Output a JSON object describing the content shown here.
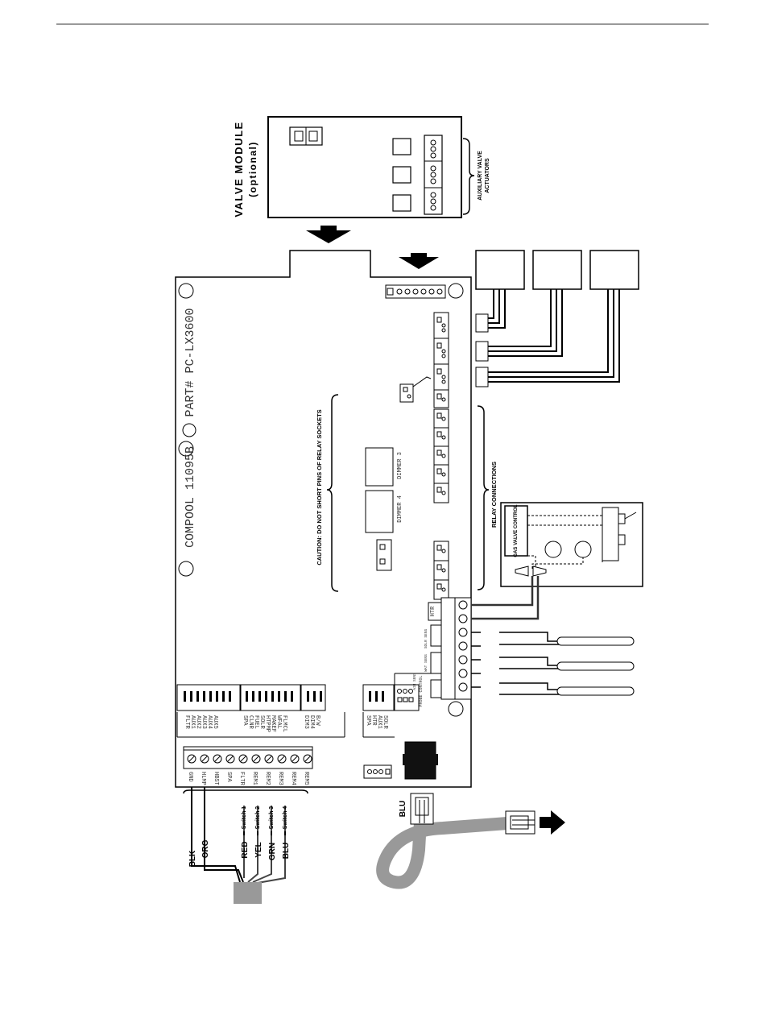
{
  "valve_module": {
    "title": "VALVE MODULE",
    "subtitle": "(optional)",
    "aux_label_1": "AUXILIARY VALVE",
    "aux_label_2": "ACTUATORS"
  },
  "board": {
    "name": "COMPOOL 11095B",
    "part": "PART# PC-LX3600",
    "caution": "CAUTION: DO NOT SHORT PINS OF RELAY SOCKETS",
    "dimmer3": "DIMMER 3",
    "dimmer4": "DIMMER 4",
    "htr": "HTR",
    "sensor_labels": [
      "SOLR SENS",
      "WAT SENS",
      "AIR SENS"
    ],
    "probe_label": "PROBE CONTROL",
    "header_groups": [
      [
        "FLTR",
        "AUX1",
        "AUX2",
        "AUX3",
        "AUX4",
        "AUX5"
      ],
      [
        "SPA",
        "CLNR",
        "FUEL",
        "SOLR",
        "HTPMP",
        "MAKEF",
        "WFAL",
        "FLMCL"
      ],
      [
        "DIM3",
        "DIM4",
        "B/W"
      ],
      [
        "SPA",
        "HTR",
        "AUX1",
        "SOLR"
      ]
    ],
    "terminals": [
      "GND",
      "HLMP",
      "HBST",
      "SPA",
      "FLTR",
      "REM1",
      "REM2",
      "REM3",
      "REM4",
      "REM5"
    ]
  },
  "relay_connections": "RELAY CONNECTIONS",
  "gas_valve": "GAS VALVE CONTROL",
  "wires": {
    "blk": "BLK",
    "org": "ORG",
    "red": "RED",
    "yel": "YEL",
    "grn": "GRN",
    "blu": "BLU",
    "switch1": "Switch 1",
    "switch2": "Switch 2",
    "switch3": "Switch 3",
    "switch4": "Switch 4",
    "cable_blu": "BLU"
  }
}
